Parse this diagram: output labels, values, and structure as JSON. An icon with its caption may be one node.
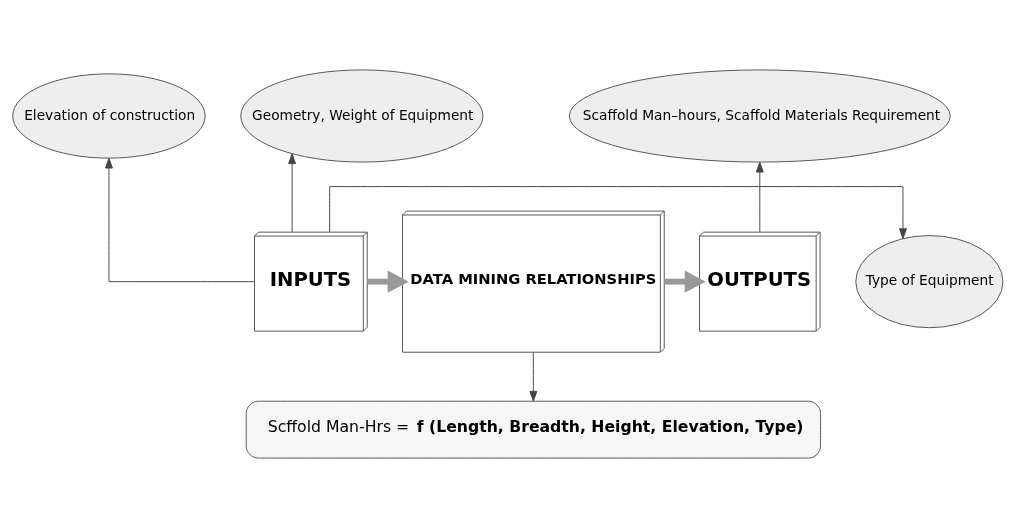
{
  "diagram": {
    "nodes": [
      {
        "text": [
          "Elevation of construction"
        ]
      },
      {
        "text": [
          "Geometry, Weight of Equipment"
        ]
      },
      {
        "text": [
          "Scaffold Man–hours, Scaffold Materials Requirement"
        ]
      },
      {
        "text": [
          "Type of Equipment"
        ]
      },
      {
        "text": [
          "INPUTS"
        ]
      },
      {
        "text": [
          "DATA MINING RELATIONSHIPS"
        ]
      },
      {
        "text": [
          "OUTPUTS"
        ]
      },
      {
        "text": [
          "Scffold Man-Hrs = **f (Length, Breadth, Height, Elevation, Type)**"
        ]
      }
    ],
    "edges": [
      {
        "from": 4,
        "to": 0,
        "arrow": "to"
      },
      {
        "from": 4,
        "to": 1,
        "arrow": "to"
      },
      {
        "from": 4,
        "to": 3,
        "arrow": "to"
      },
      {
        "from": 4,
        "to": 5,
        "arrow": "to",
        "style": "thick"
      },
      {
        "from": 5,
        "to": 6,
        "arrow": "to",
        "style": "thick"
      },
      {
        "from": 6,
        "to": 2,
        "arrow": "to"
      },
      {
        "from": 5,
        "to": 7,
        "arrow": "to"
      }
    ]
  }
}
